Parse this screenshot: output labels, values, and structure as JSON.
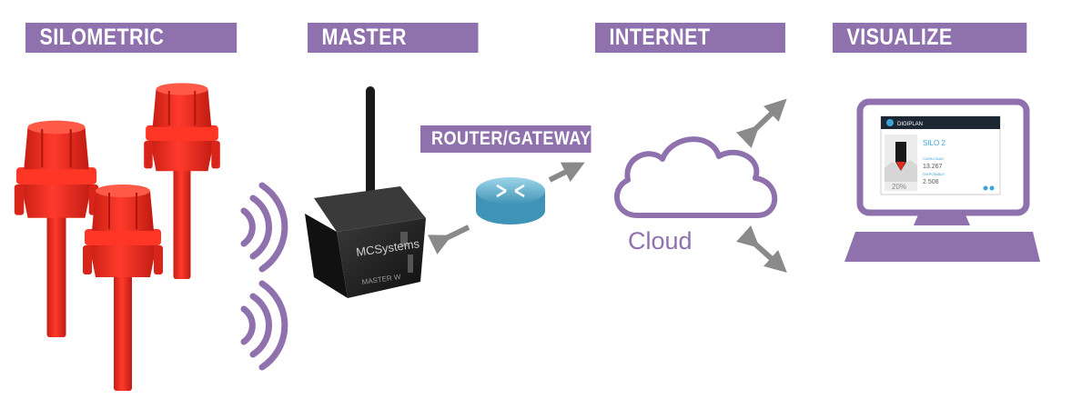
{
  "stages": {
    "silometric": "SILOMETRIC",
    "master": "MASTER",
    "internet": "INTERNET",
    "visualize": "VISUALIZE"
  },
  "router_label": "ROUTER/GATEWAY",
  "cloud_label": "Cloud",
  "master_device": {
    "brand": "MCSystems",
    "model": "MASTER W"
  },
  "screen": {
    "app_name": "DIGIPLAN",
    "silo_name": "SILO 2",
    "field_1_label": "CAPACIDAD",
    "field_1_value": "13.267",
    "field_2_label": "DISPONIBLE",
    "field_2_value": "2.508",
    "fill_percent": "20%"
  },
  "colors": {
    "accent_purple": "#8e71ad",
    "sensor_red": "#e8271f",
    "arrow_gray": "#8a8a8a",
    "router_blue": "#5fb0cf"
  }
}
